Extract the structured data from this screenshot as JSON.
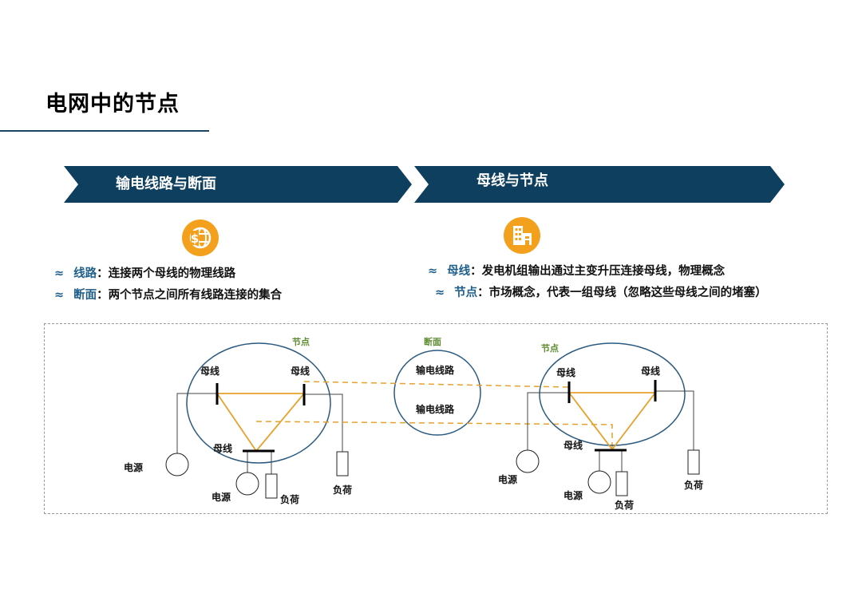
{
  "page": {
    "title": "电网中的节点"
  },
  "banners": {
    "left": {
      "label": "输电线路与断面",
      "icon": "globe-dollar-icon"
    },
    "right": {
      "label": "母线与节点",
      "icon": "building-icon"
    }
  },
  "left_bullets": [
    {
      "mark": "≈",
      "term": "线路",
      "sep": "：",
      "text": "连接两个母线的物理线路"
    },
    {
      "mark": "≈",
      "term": "断面",
      "sep": "：",
      "text": "两个节点之间所有线路连接的集合"
    }
  ],
  "right_bullets": [
    {
      "mark": "≈",
      "term": "母线",
      "sep": "：",
      "text": "发电机组输出通过主变升压连接母线，物理概念"
    },
    {
      "mark": "≈",
      "term": "节点",
      "sep": "：",
      "text": "市场概念，代表一组母线（忽略这些母线之间的堵塞）"
    }
  ],
  "diagram": {
    "left_node": {
      "node_label": "节点",
      "bus_top_left": "母线",
      "bus_top_right": "母线",
      "bus_bottom": "母线",
      "source_outer": "电源",
      "source_inner": "电源",
      "load_inner": "负荷",
      "load_outer": "负荷"
    },
    "section": {
      "label": "断面",
      "line_1": "输电线路",
      "line_2": "输电线路"
    },
    "right_node": {
      "node_label": "节点",
      "bus_top_left": "母线",
      "bus_top_right": "母线",
      "bus_bottom": "母线",
      "source_outer": "电源",
      "source_inner": "电源",
      "load_inner": "负荷",
      "load_outer": "负荷"
    },
    "colors": {
      "banner": "#0f3f5e",
      "accent": "#f3a01d",
      "node_circle": "#2b5a80",
      "line": "#e8a12c",
      "node_label": "#5c8a2e"
    }
  }
}
